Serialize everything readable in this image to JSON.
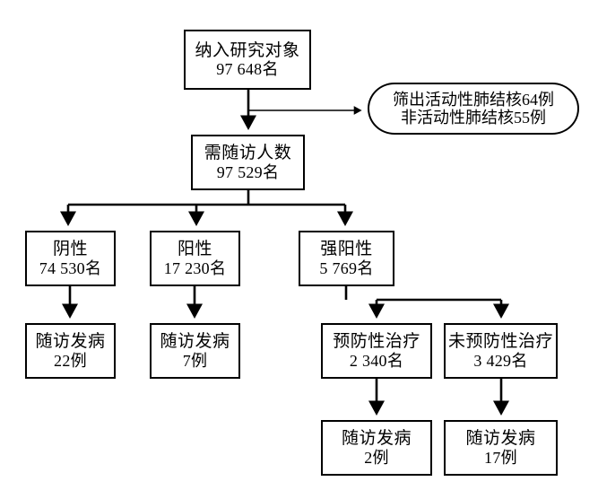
{
  "diagram": {
    "title": "",
    "stroke_color": "#000000",
    "fill_color": "#ffffff",
    "nodes": [
      {
        "id": "enrolled",
        "shape": "rect",
        "line1": "纳入研究对象",
        "line2": "97 648名"
      },
      {
        "id": "excluded",
        "shape": "rounded",
        "line1": "筛出活动性肺结核64例",
        "line2": "非活动性肺结核55例"
      },
      {
        "id": "followup",
        "shape": "rect",
        "line1": "需随访人数",
        "line2": "97 529名"
      },
      {
        "id": "negative",
        "shape": "rect",
        "line1": "阴性",
        "line2": "74 530名"
      },
      {
        "id": "positive",
        "shape": "rect",
        "line1": "阳性",
        "line2": "17 230名"
      },
      {
        "id": "strong",
        "shape": "rect",
        "line1": "强阳性",
        "line2": "5 769名"
      },
      {
        "id": "neg_case",
        "shape": "rect",
        "line1": "随访发病",
        "line2": "22例"
      },
      {
        "id": "pos_case",
        "shape": "rect",
        "line1": "随访发病",
        "line2": "7例"
      },
      {
        "id": "preventive",
        "shape": "rect",
        "line1": "预防性治疗",
        "line2": "2 340名"
      },
      {
        "id": "nopreventive",
        "shape": "rect",
        "line1": "未预防性治疗",
        "line2": "3 429名"
      },
      {
        "id": "prev_case",
        "shape": "rect",
        "line1": "随访发病",
        "line2": "2例"
      },
      {
        "id": "noprev_case",
        "shape": "rect",
        "line1": "随访发病",
        "line2": "17例"
      }
    ],
    "edges": [
      {
        "from": "enrolled",
        "to": "excluded",
        "style": "thin-elbow-right"
      },
      {
        "from": "enrolled",
        "to": "followup",
        "style": "straight-down"
      },
      {
        "from": "followup",
        "to": "negative",
        "style": "bus-down"
      },
      {
        "from": "followup",
        "to": "positive",
        "style": "bus-down"
      },
      {
        "from": "followup",
        "to": "strong",
        "style": "bus-down"
      },
      {
        "from": "negative",
        "to": "neg_case",
        "style": "straight-down"
      },
      {
        "from": "positive",
        "to": "pos_case",
        "style": "straight-down"
      },
      {
        "from": "strong",
        "to": "preventive",
        "style": "bus-down"
      },
      {
        "from": "strong",
        "to": "nopreventive",
        "style": "bus-down"
      },
      {
        "from": "preventive",
        "to": "prev_case",
        "style": "straight-down"
      },
      {
        "from": "nopreventive",
        "to": "noprev_case",
        "style": "straight-down"
      }
    ]
  }
}
